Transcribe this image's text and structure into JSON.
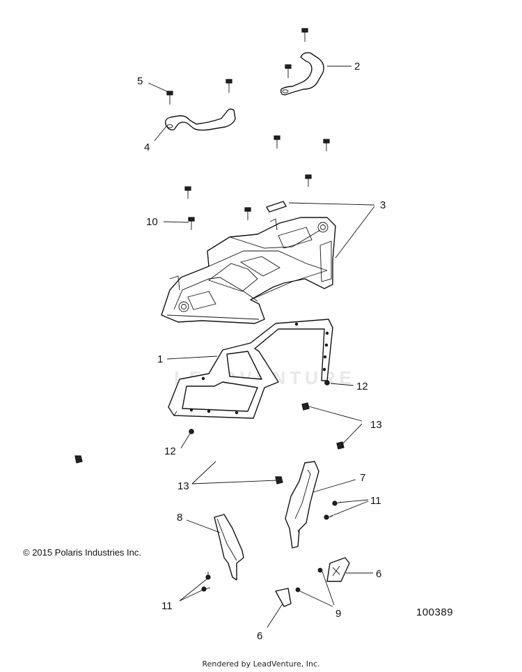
{
  "copyright": "© 2015 Polaris Industries Inc.",
  "diagram_number": "100389",
  "rendered_by": "Rendered by LeadVenture, Inc.",
  "watermark": "LEADVENTURE",
  "callouts": [
    {
      "id": "c1",
      "label": "1"
    },
    {
      "id": "c2",
      "label": "2"
    },
    {
      "id": "c3",
      "label": "3"
    },
    {
      "id": "c4",
      "label": "4"
    },
    {
      "id": "c5",
      "label": "5"
    },
    {
      "id": "c6a",
      "label": "6"
    },
    {
      "id": "c6b",
      "label": "6"
    },
    {
      "id": "c7",
      "label": "7"
    },
    {
      "id": "c8",
      "label": "8"
    },
    {
      "id": "c9",
      "label": "9"
    },
    {
      "id": "c10",
      "label": "10"
    },
    {
      "id": "c11a",
      "label": "11"
    },
    {
      "id": "c11b",
      "label": "11"
    },
    {
      "id": "c12a",
      "label": "12"
    },
    {
      "id": "c12b",
      "label": "12"
    },
    {
      "id": "c13a",
      "label": "13"
    },
    {
      "id": "c13b",
      "label": "13"
    }
  ]
}
